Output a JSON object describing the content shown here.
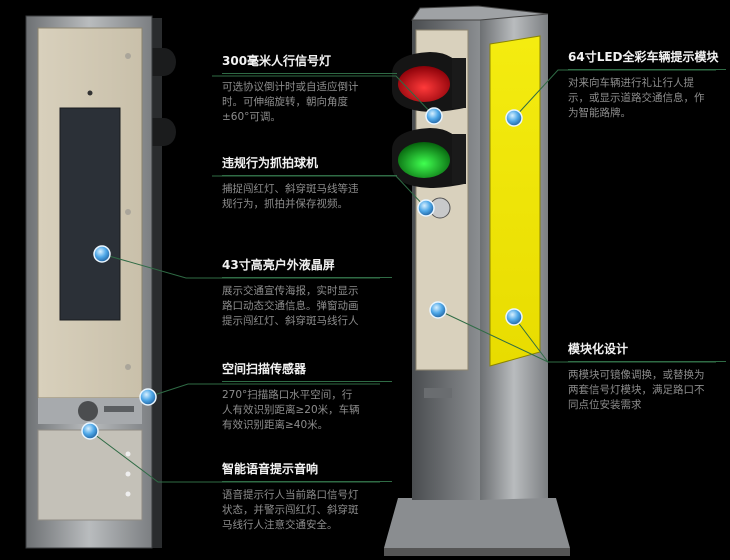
{
  "callouts": [
    {
      "title": "300毫米人行信号灯",
      "desc": [
        "可选协议倒计时或自适应倒计",
        "时。可伸缩旋转，朝向角度",
        "±60°可调。"
      ]
    },
    {
      "title": "违规行为抓拍球机",
      "desc": [
        "捕捉闯红灯、斜穿斑马线等违",
        "规行为，抓拍并保存视频。"
      ]
    },
    {
      "title": "43寸高亮户外液晶屏",
      "desc": [
        "展示交通宣传海报，实时显示",
        "路口动态交通信息。弹窗动画",
        "提示闯红灯、斜穿斑马线行人"
      ]
    },
    {
      "title": "空间扫描传感器",
      "desc": [
        "270°扫描路口水平空间，行",
        "人有效识别距离≥20米，车辆",
        "有效识别距离≥40米。"
      ]
    },
    {
      "title": "智能语音提示音响",
      "desc": [
        "语音提示行人当前路口信号灯",
        "状态，并警示闯红灯、斜穿斑",
        "马线行人注意交通安全。"
      ]
    },
    {
      "title": "64寸LED全彩车辆提示模块",
      "desc": [
        "对来向车辆进行礼让行人提",
        "示，或显示道路交通信息，作",
        "为智能路牌。"
      ]
    },
    {
      "title": "模块化设计",
      "desc": [
        "两模块可镜像调换，或替换为",
        "两套信号灯模块，满足路口不",
        "同点位安装需求"
      ]
    }
  ],
  "colors": {
    "background": "#000000",
    "led_panel": "#f0e800",
    "signal_red": "#e0101a",
    "signal_green": "#10c020",
    "callout_dot": "#4fa8e8",
    "leader_line": "#2f6b45"
  }
}
